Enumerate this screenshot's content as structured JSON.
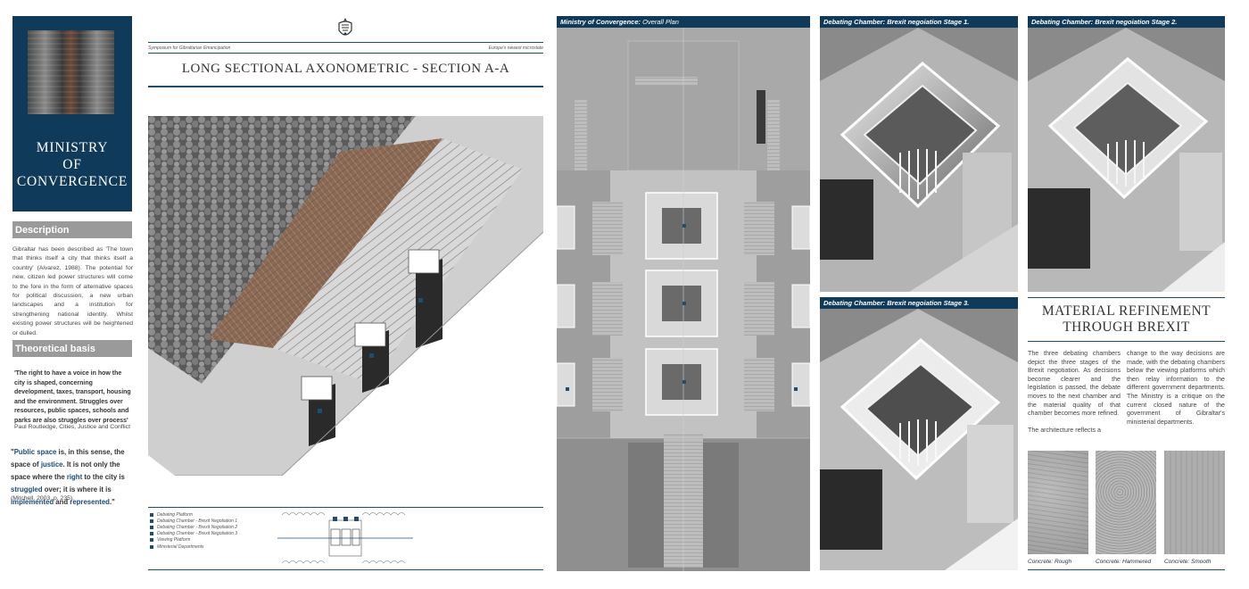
{
  "cover": {
    "title_line1": "MINISTRY",
    "title_line2": "OF",
    "title_line3": "CONVERGENCE"
  },
  "description": {
    "heading": "Description",
    "body": "Gibraltar has been described as 'The town that thinks itself a city that thinks itself a country' (Alvarez, 1988). The potential for new, citizen led power structures will come to the fore in the form of alternative spaces for political discussion, a new urban landscapes and a institution for strengthening national identity. Whilst existing power structures will be heightened or dulled."
  },
  "theory": {
    "heading": "Theoretical basis",
    "quote1": "'The right to have a voice in how the city is shaped, concerning development, taxes, transport, housing and the environment. Struggles over resources, public spaces, schools and parks are also struggles over process'",
    "cite1": "Paul Routledge, Cities, Justice and Conflict",
    "quote2_parts": [
      "\"",
      "Public space",
      " is, in this sense, the space of ",
      "justice",
      ". It is not only the space where the ",
      "right",
      " to the city is ",
      "struggled",
      " over; it is where it is ",
      "implemented",
      " and ",
      "represented",
      ".\""
    ],
    "cite2": "(Mitchell, 2003, p. 235)."
  },
  "section": {
    "symposium": "Symposium for Gibraltarian Emancipation",
    "microstate": "Europe's newest microstate",
    "title": "LONG SECTIONAL AXONOMETRIC - SECTION A-A",
    "legend": [
      "Debating Platform",
      "Debating Chamber - Brexit Negotiation 1",
      "Debating Chamber - Brexit Negotiation 2",
      "Debating Chamber - Brexit Negotiation 3",
      "Viewing Platform",
      "Ministerial Departments"
    ]
  },
  "plan": {
    "tab_bold": "Ministry of Convergence:",
    "tab_normal": "Overall Plan"
  },
  "chambers": [
    {
      "tab": "Debating Chamber: Brexit negoiation Stage 1."
    },
    {
      "tab": "Debating Chamber: Brexit negoiation Stage 2."
    },
    {
      "tab": "Debating Chamber: Brexit negoiation Stage 3."
    }
  ],
  "material": {
    "title_line1": "MATERIAL REFINEMENT",
    "title_line2": "THROUGH BREXIT",
    "col1": "The three debating chambers depict the three stages of the Brexit negotiation. As decisions become clearer and the legislation is passed, the debate moves to the next chamber and the material quality of that chamber becomes more refined.",
    "col1b": "The architecture reflects a",
    "col2": "change to the way decisions are made, with the debating chambers below the viewing platforms which then relay information to the different government departments. The Ministry is a critique on the current closed nature of the government of Gibraltar's ministerial departments.",
    "swatches": [
      "Concrete: Rough",
      "Concrete: Hammered",
      "Concrete: Smooth"
    ]
  },
  "colors": {
    "navy": "#0f3a59",
    "rule": "#1f4d70",
    "section_grey": "#9a9a9a",
    "quote_highlight": "#1a4a7a"
  }
}
